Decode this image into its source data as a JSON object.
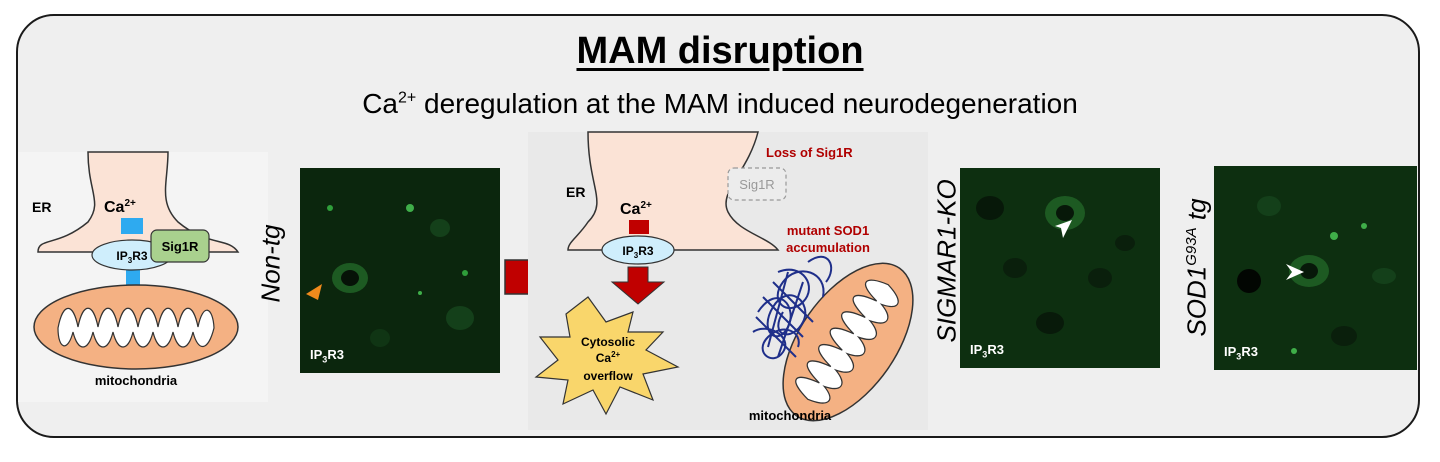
{
  "title": "MAM disruption",
  "subtitle": {
    "prefix": "Ca",
    "sup": "2+",
    "suffix": " deregulation at the MAM induced neurodegeneration"
  },
  "left_diagram": {
    "er_label": "ER",
    "ca_label": "Ca",
    "ca_sup": "2+",
    "ip3r3_prefix": "IP",
    "ip3r3_sub": "3",
    "ip3r3_suffix": "R3",
    "sig1r_label": "Sig1R",
    "mito_label": "mitochondria"
  },
  "micrographs": [
    {
      "label_prefix": "IP",
      "label_sub": "3",
      "label_suffix": "R3",
      "condition": "Non-tg"
    },
    {
      "label_prefix": "IP",
      "label_sub": "3",
      "label_suffix": "R3",
      "condition": "SIGMAR1-KO"
    },
    {
      "label_prefix": "IP",
      "label_sub": "3",
      "label_suffix": "R3",
      "condition_prefix": "SOD1",
      "condition_sup": "G93A",
      "condition_suffix": " tg"
    }
  ],
  "right_diagram": {
    "er_label": "ER",
    "ca_label": "Ca",
    "ca_sup": "2+",
    "ip3r3_prefix": "IP",
    "ip3r3_sub": "3",
    "ip3r3_suffix": "R3",
    "loss_label": "Loss of Sig1R",
    "sig1r_ghost": "Sig1R",
    "mutant_line1": "mutant SOD1",
    "mutant_line2": "accumulation",
    "cyto_line1": "Cytosolic",
    "cyto_ca": "Ca",
    "cyto_sup": "2+",
    "cyto_line3": "overflow",
    "mito_label": "mitochondria"
  },
  "colors": {
    "er_fill": "#fbe3d6",
    "ip3r3_fill": "#cfeefc",
    "sig1r_fill": "#a9d18e",
    "mito_fill": "#f4b183",
    "arrow_blue": "#2eaaf0",
    "arrow_red": "#c00000",
    "burst_fill": "#f9d66b",
    "loss_red": "#b00000",
    "tangle_blue": "#1f2f8a",
    "micro_bg": "#0b260d",
    "cell_green": "#2f9e3a"
  }
}
